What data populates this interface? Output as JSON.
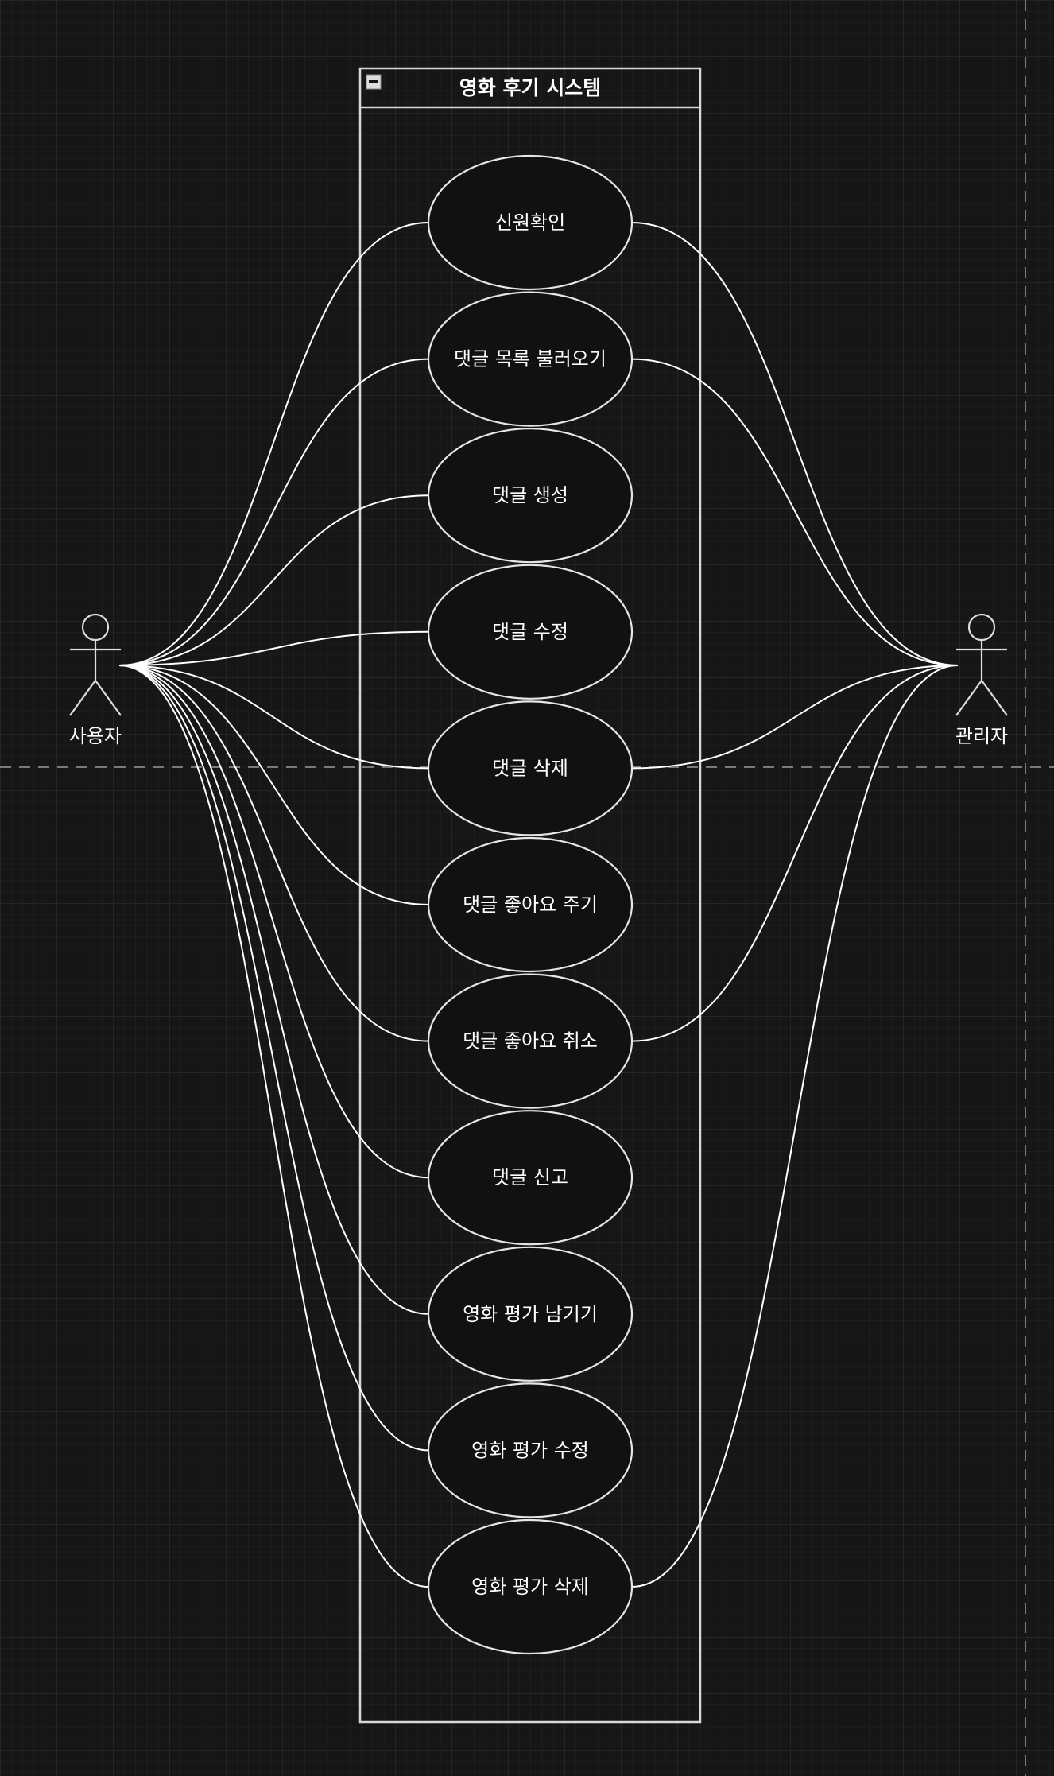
{
  "colors": {
    "background": "#161616",
    "grid_minor": "#232323",
    "grid_major": "#2e2e2e",
    "stroke": "#ffffff",
    "ellipse_fill": "#111111",
    "guide": "#7a7a7a"
  },
  "system": {
    "title": "영화 후기 시스템",
    "collapse_icon": "minus-icon"
  },
  "actors": [
    {
      "id": "user",
      "label": "사용자"
    },
    {
      "id": "admin",
      "label": "관리자"
    }
  ],
  "use_cases": [
    {
      "label": "신원확인",
      "actors": [
        "user",
        "admin"
      ]
    },
    {
      "label": "댓글 목록 불러오기",
      "actors": [
        "user",
        "admin"
      ]
    },
    {
      "label": "댓글 생성",
      "actors": [
        "user"
      ]
    },
    {
      "label": "댓글 수정",
      "actors": [
        "user"
      ]
    },
    {
      "label": "댓글 삭제",
      "actors": [
        "user",
        "admin"
      ]
    },
    {
      "label": "댓글 좋아요 주기",
      "actors": [
        "user"
      ]
    },
    {
      "label": "댓글 좋아요 취소",
      "actors": [
        "user",
        "admin"
      ]
    },
    {
      "label": "댓글 신고",
      "actors": [
        "user"
      ]
    },
    {
      "label": "영화 평가 남기기",
      "actors": [
        "user"
      ]
    },
    {
      "label": "영화 평가 수정",
      "actors": [
        "user"
      ]
    },
    {
      "label": "영화 평가 삭제",
      "actors": [
        "user",
        "admin"
      ]
    }
  ]
}
